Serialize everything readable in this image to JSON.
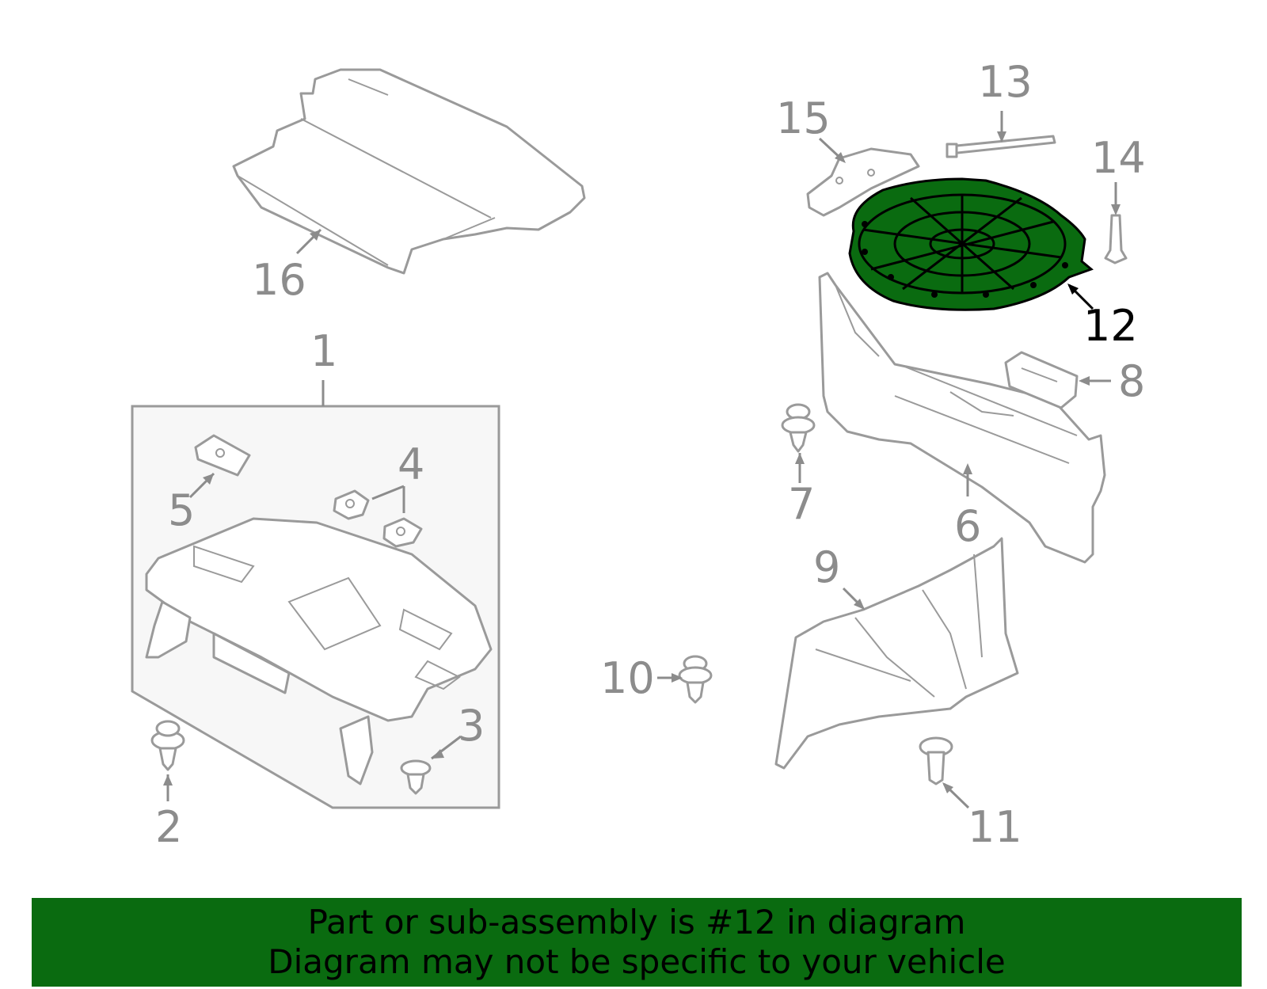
{
  "diagram": {
    "highlight_color": "#0a6b10",
    "callouts": [
      {
        "id": "1",
        "text": "1"
      },
      {
        "id": "2",
        "text": "2"
      },
      {
        "id": "3",
        "text": "3"
      },
      {
        "id": "4",
        "text": "4"
      },
      {
        "id": "5",
        "text": "5"
      },
      {
        "id": "6",
        "text": "6"
      },
      {
        "id": "7",
        "text": "7"
      },
      {
        "id": "8",
        "text": "8"
      },
      {
        "id": "9",
        "text": "9"
      },
      {
        "id": "10",
        "text": "10"
      },
      {
        "id": "11",
        "text": "11"
      },
      {
        "id": "12",
        "text": "12",
        "highlighted": true
      },
      {
        "id": "13",
        "text": "13"
      },
      {
        "id": "14",
        "text": "14"
      },
      {
        "id": "15",
        "text": "15"
      },
      {
        "id": "16",
        "text": "16"
      }
    ]
  },
  "banner": {
    "background": "#0a6b10",
    "line1": "Part or sub-assembly is #12 in diagram",
    "line2": "Diagram may not be specific to your vehicle"
  }
}
